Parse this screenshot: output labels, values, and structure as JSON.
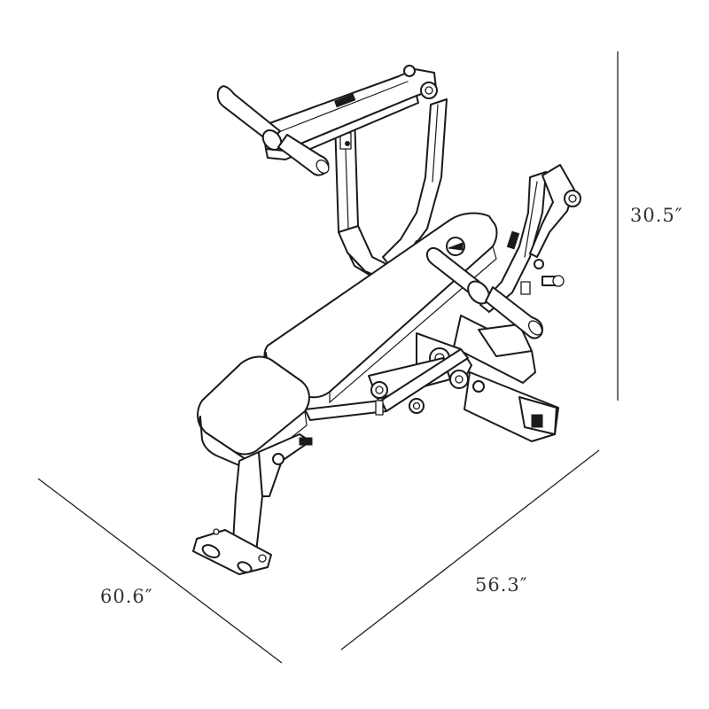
{
  "figure": {
    "dimensions": {
      "height": "30.5″",
      "depth": "60.6″",
      "width": "56.3″"
    },
    "colors": {
      "line": "#1a1a1a",
      "text": "#333333",
      "background": "#ffffff"
    }
  }
}
